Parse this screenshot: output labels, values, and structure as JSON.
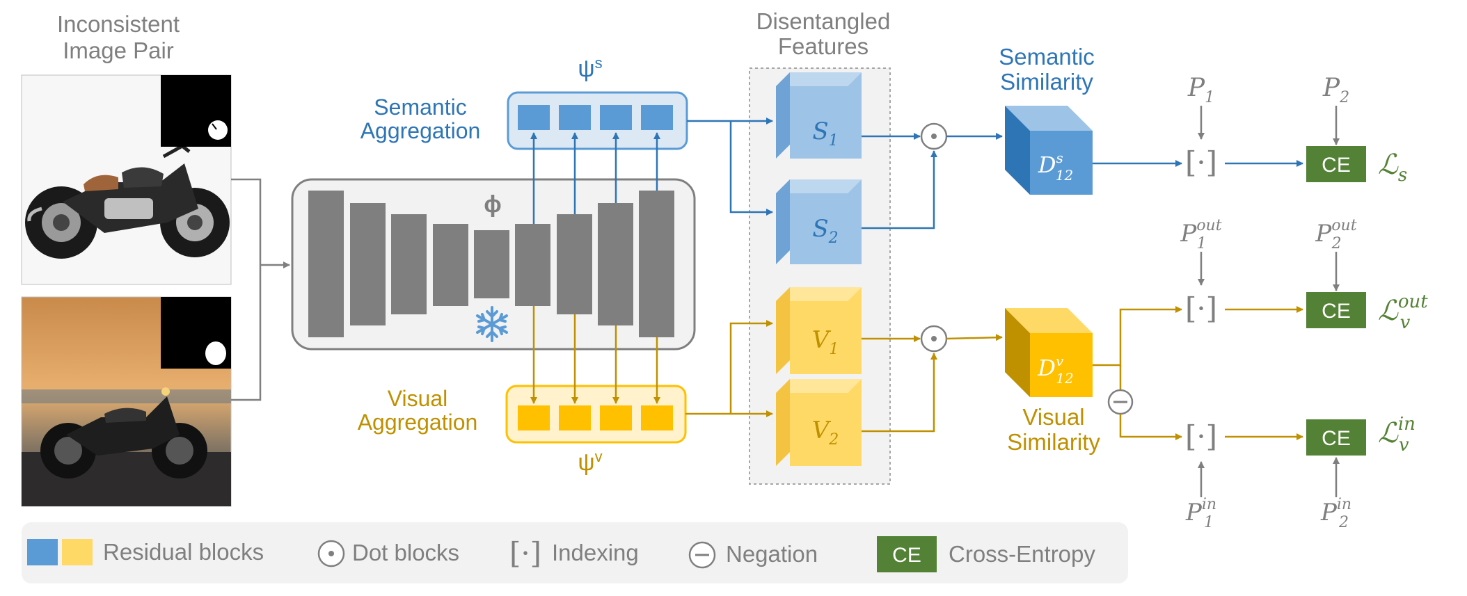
{
  "title": {
    "line1": "Inconsistent",
    "line2": "Image Pair"
  },
  "feature_header": {
    "line1": "Disentangled",
    "line2": "Features"
  },
  "backbone": {
    "label": "ϕ",
    "icon": "snowflake-icon"
  },
  "semantic_aggregation": {
    "line1": "Semantic",
    "line2": "Aggregation",
    "psi": "ψ",
    "psi_sup": "s",
    "color": "#2e75b6"
  },
  "visual_aggregation": {
    "line1": "Visual",
    "line2": "Aggregation",
    "psi": "ψ",
    "psi_sup": "v",
    "color": "#bf9000"
  },
  "features": {
    "s1": {
      "base": "S",
      "sub": "1"
    },
    "s2": {
      "base": "S",
      "sub": "2"
    },
    "v1": {
      "base": "V",
      "sub": "1"
    },
    "v2": {
      "base": "V",
      "sub": "2"
    }
  },
  "dot_op": "⊙",
  "semantic_similarity": {
    "line1": "Semantic",
    "line2": "Similarity",
    "cube": {
      "base": "D",
      "sub": "12",
      "sup": "s"
    }
  },
  "visual_similarity": {
    "line1": "Visual",
    "line2": "Similarity",
    "cube": {
      "base": "D",
      "sub": "12",
      "sup": "v"
    }
  },
  "indexing_op": "[·]",
  "ce_label": "CE",
  "prompts": {
    "p1": {
      "base": "P",
      "sub": "1",
      "sup": ""
    },
    "p2": {
      "base": "P",
      "sub": "2",
      "sup": ""
    },
    "p1_out": {
      "base": "P",
      "sub": "1",
      "sup": "out"
    },
    "p2_out": {
      "base": "P",
      "sub": "2",
      "sup": "out"
    },
    "p1_in": {
      "base": "P",
      "sub": "1",
      "sup": "in"
    },
    "p2_in": {
      "base": "P",
      "sub": "2",
      "sup": "in"
    }
  },
  "losses": {
    "semantic": {
      "base": "ℒ",
      "sub": "s",
      "sup": ""
    },
    "visual_out": {
      "base": "ℒ",
      "sub": "v",
      "sup": "out"
    },
    "visual_in": {
      "base": "ℒ",
      "sub": "v",
      "sup": "in"
    }
  },
  "legend": {
    "residual": "Residual blocks",
    "dot": "Dot blocks",
    "indexing": "Indexing",
    "indexing_symbol": "[·]",
    "negation": "Negation",
    "ce": "CE",
    "cross_entropy": "Cross-Entropy"
  },
  "colors": {
    "semantic_blue": "#2e75b6",
    "visual_gold": "#bf9000",
    "ce_green": "#538135",
    "loss_green": "#548235",
    "backbone_gray": "#7f7f7f",
    "text_gray": "#7f7f7f"
  }
}
